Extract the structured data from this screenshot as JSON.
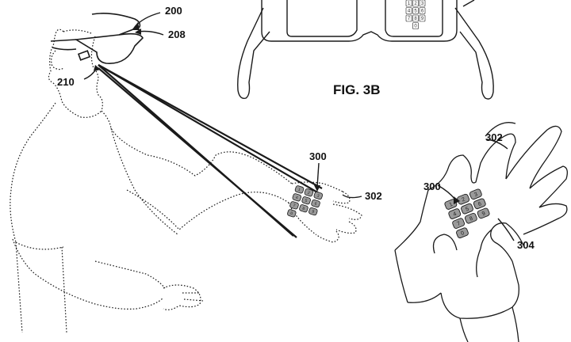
{
  "figure": {
    "fig_caption": "FIG. 3B"
  },
  "labels": {
    "glasses_ref": "200",
    "temple_ref": "208",
    "projector_ref": "210",
    "keypad_ref_arm": "300",
    "palm_ref_arm": "302",
    "keypad_ref_hand": "300",
    "palm_ref_hand": "302",
    "finger_ref": "304"
  },
  "keypad_keys": [
    "1",
    "2",
    "3",
    "4",
    "5",
    "6",
    "7",
    "8",
    "9",
    "0"
  ],
  "colors": {
    "line": "#1a1a1a",
    "key_fill": "#9a9a9a",
    "glasses_fill": "#ffffff"
  }
}
